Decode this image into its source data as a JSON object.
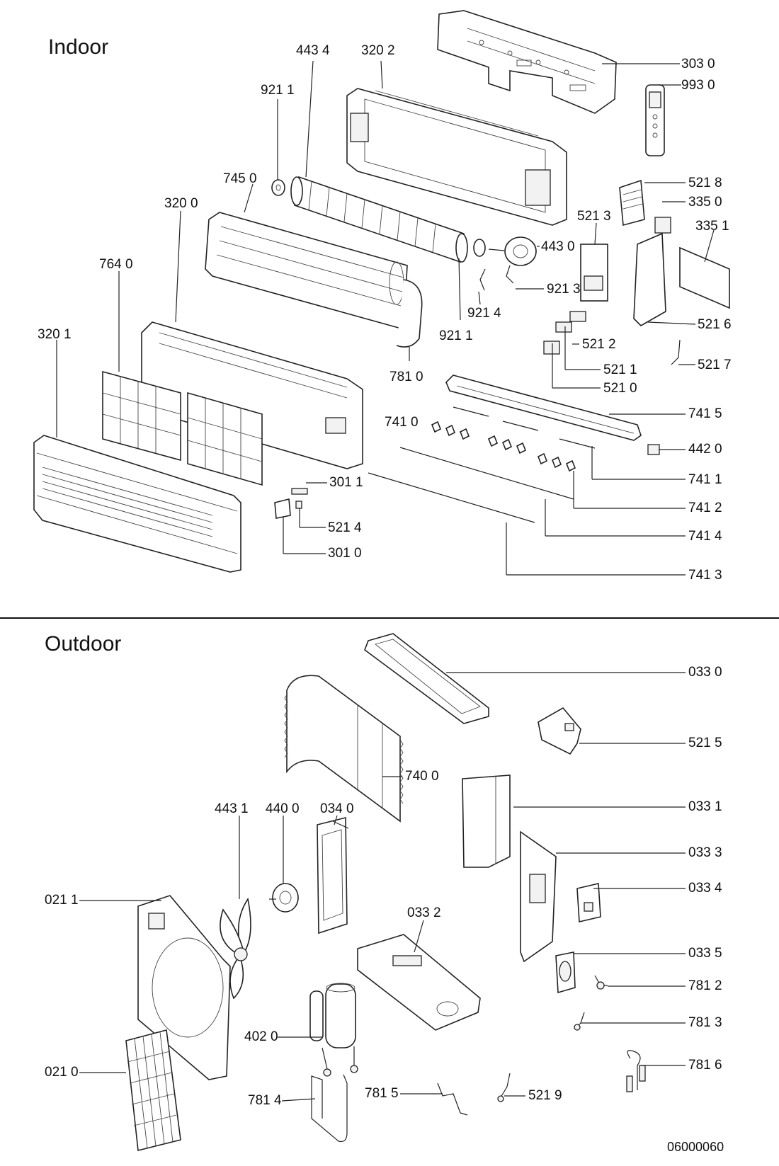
{
  "sections": {
    "indoor": {
      "title": "Indoor"
    },
    "outdoor": {
      "title": "Outdoor"
    }
  },
  "labels": {
    "p4434": "443 4",
    "p3202": "320 2",
    "p3030": "303 0",
    "p9930": "993 0",
    "p9211a": "921 1",
    "p7450": "745 0",
    "p3200": "320 0",
    "p5218": "521 8",
    "p3350": "335 0",
    "p5213": "521 3",
    "p3351": "335 1",
    "p4430": "443 0",
    "p7640": "764 0",
    "p9213": "921 3",
    "p9214": "921 4",
    "p5216": "521 6",
    "p3201": "320 1",
    "p9211b": "921 1",
    "p5212": "521 2",
    "p5211": "521 1",
    "p5217": "521 7",
    "p7810": "781 0",
    "p5210": "521 0",
    "p7415": "741 5",
    "p7410": "741 0",
    "p4420": "442 0",
    "p7411": "741 1",
    "p3011": "301 1",
    "p7412": "741 2",
    "p5214": "521 4",
    "p7414": "741 4",
    "p3010": "301 0",
    "p7413": "741 3",
    "p0330": "033 0",
    "p5215": "521 5",
    "p7400": "740 0",
    "p4431": "443 1",
    "p4400": "440 0",
    "p0340": "034 0",
    "p0331": "033 1",
    "p0333": "033 3",
    "p0211": "021 1",
    "p0334": "033 4",
    "p0332": "033 2",
    "p0335": "033 5",
    "p7812": "781 2",
    "p7813": "781 3",
    "p4020": "402 0",
    "p0210": "021 0",
    "p7816": "781 6",
    "p7814": "781 4",
    "p7815": "781 5",
    "p5219": "521 9"
  },
  "drawing_number": "06000060"
}
